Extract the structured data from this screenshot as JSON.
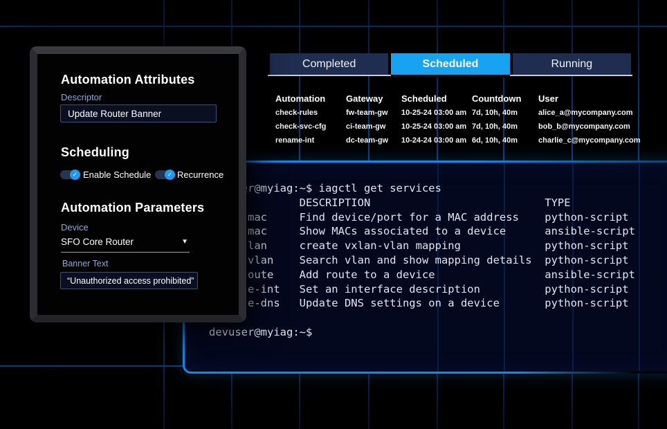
{
  "colors": {
    "accent_blue": "#18a2f2",
    "tab_bg": "#1e2d50",
    "terminal_border": "#1a86dc",
    "terminal_bg": "#04081f",
    "grid_line": "#0d3b7a",
    "label_blue": "#8ea9db"
  },
  "tabs": [
    {
      "label": "Completed",
      "active": false
    },
    {
      "label": "Scheduled",
      "active": true
    },
    {
      "label": "Running",
      "active": false
    }
  ],
  "table": {
    "columns": [
      "Automation",
      "Gateway",
      "Scheduled",
      "Countdown",
      "User"
    ],
    "rows": [
      [
        "check-rules",
        "fw-team-gw",
        "10-25-24 03:00 am",
        "7d, 10h, 40m",
        "alice_a@mycompany.com"
      ],
      [
        "check-svc-cfg",
        "ci-team-gw",
        "10-25-24 03:00 am",
        "7d, 10h, 40m",
        "bob_b@mycompany.com"
      ],
      [
        "rename-int",
        "dc-team-gw",
        "10-24-24 03:00 am",
        "6d, 10h, 40m",
        "charlie_c@mycompany.com"
      ]
    ]
  },
  "terminal": {
    "prompt": "devuser@myiag:~$",
    "command": "iagctl get services",
    "lines": [
      "devuser@myiag:~$ iagctl get services",
      "              DESCRIPTION                           TYPE",
      "      mac     Find device/port for a MAC address    python-script",
      "      mac     Show MACs associated to a device      ansible-script",
      "      lan     create vxlan-vlan mapping             python-script",
      "      vlan    Search vlan and show mapping details  python-script",
      "      oute    Add route to a device                 ansible-script",
      "      e-int   Set an interface description          python-script",
      "      e-dns   Update DNS settings on a device       python-script",
      "",
      "devuser@myiag:~$"
    ]
  },
  "panel": {
    "section1_title": "Automation Attributes",
    "descriptor_label": "Descriptor",
    "descriptor_value": "Update Router Banner",
    "section2_title": "Scheduling",
    "toggles": [
      {
        "label": "Enable Schedule",
        "on": true
      },
      {
        "label": "Recurrence",
        "on": true
      }
    ],
    "check_glyph": "✓",
    "section3_title": "Automation Parameters",
    "device_label": "Device",
    "device_value": "SFO Core Router",
    "caret_glyph": "▼",
    "banner_label": "Banner Text",
    "banner_value": "“Unauthorized access prohibited”"
  }
}
